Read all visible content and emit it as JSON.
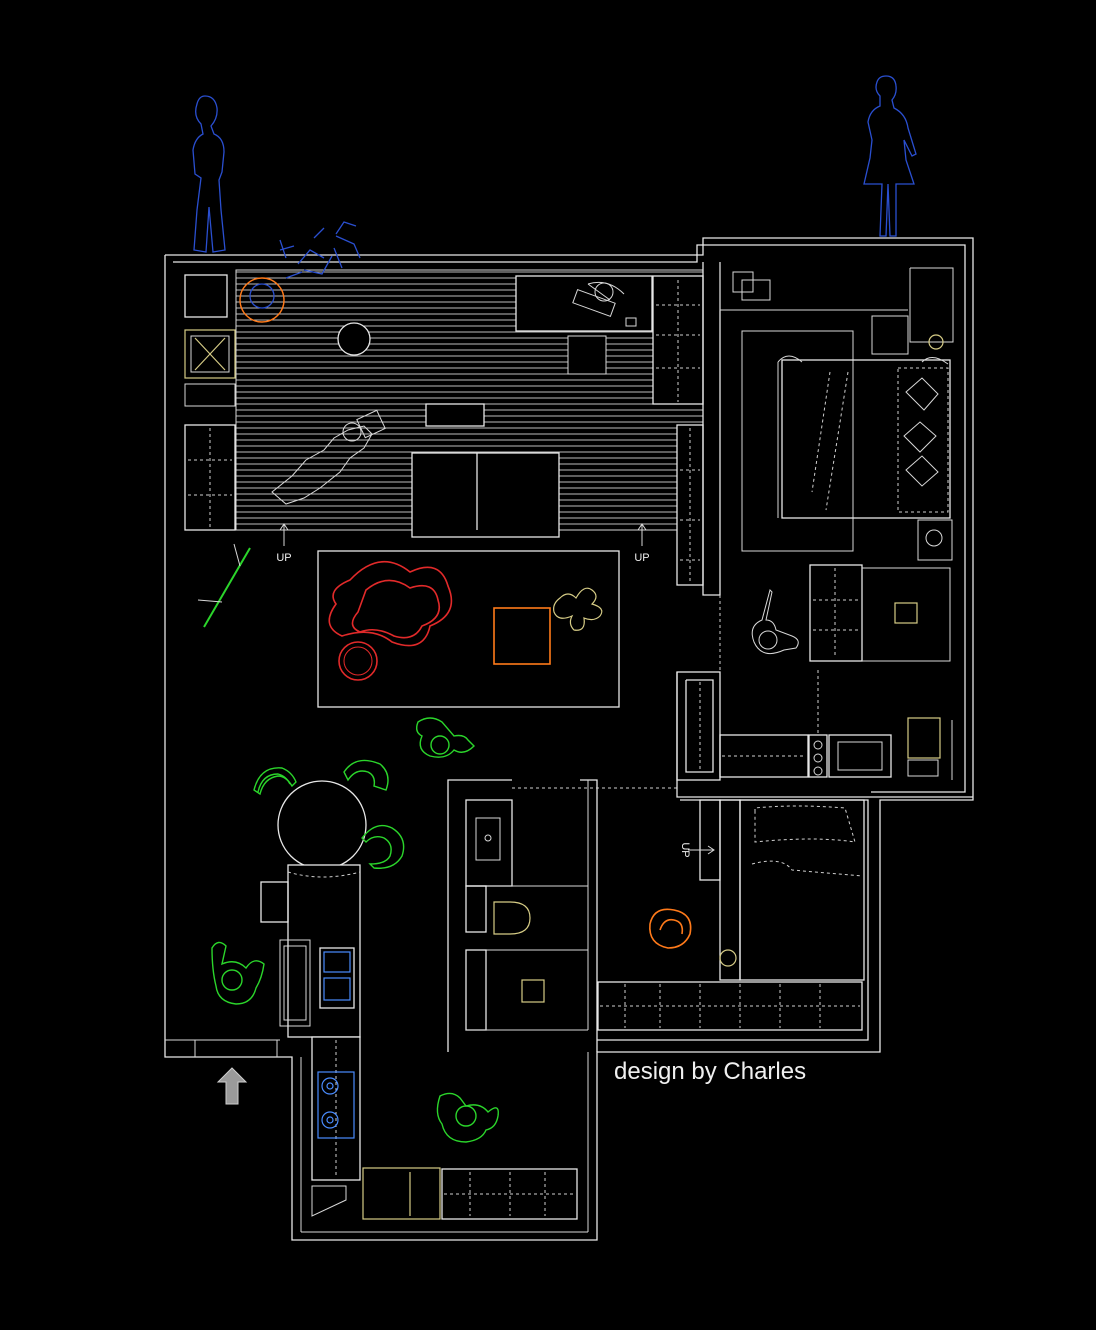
{
  "plan": {
    "labels": {
      "up_left": "UP",
      "up_right": "UP",
      "up_bedroom": "UP"
    },
    "credit": "design by Charles",
    "colors": {
      "background": "#000000",
      "walls": "#e8e8e8",
      "dining_chairs": "#2bd52b",
      "lounge_chairs": "#e22a2a",
      "orange_accents": "#ff7a1a",
      "human_figures": "#2a4fd0",
      "fixtures": "#d6cc86"
    },
    "icons": [
      "person-silhouette-icon",
      "entry-arrow-icon",
      "plant-icon",
      "person-topview-icon"
    ]
  }
}
